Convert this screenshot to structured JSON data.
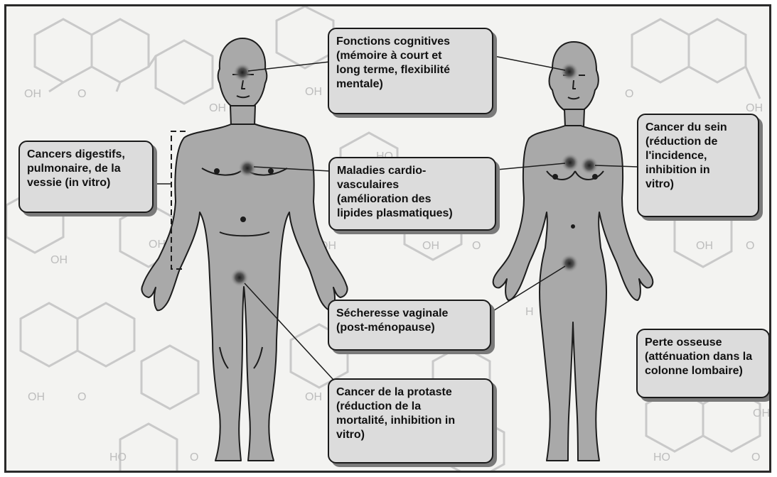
{
  "callouts": {
    "cognitive": "Fonctions cognitives\n(mémoire à court et\nlong terme, flexibilité\nmentale)",
    "digestive": "Cancers digestifs,\npulmonaire, de la\nvessie (in vitro)",
    "cardio": "Maladies cardio-\nvasculaires\n(amélioration des\nlipides plasmatiques)",
    "breast": "Cancer du sein\n(réduction de\nl'incidence,\ninhibition in\nvitro)",
    "vaginal": "Sécheresse vaginale\n(post-ménopause)",
    "bone": "Perte osseuse\n(atténuation dans la\ncolonne lombaire)",
    "prostate": "Cancer de la protaste\n(réduction de la\nmortalité, inhibition in\nvitro)"
  },
  "background_labels": {
    "oh": "OH",
    "o": "O",
    "ho": "HO",
    "h": "H"
  },
  "colors": {
    "body_fill": "#a9a9a9",
    "body_stroke": "#1c1c1c",
    "callout_fill": "#dcdcdc",
    "frame_bg": "#f3f3f1",
    "molecule_lines": "#c6c6c6"
  }
}
